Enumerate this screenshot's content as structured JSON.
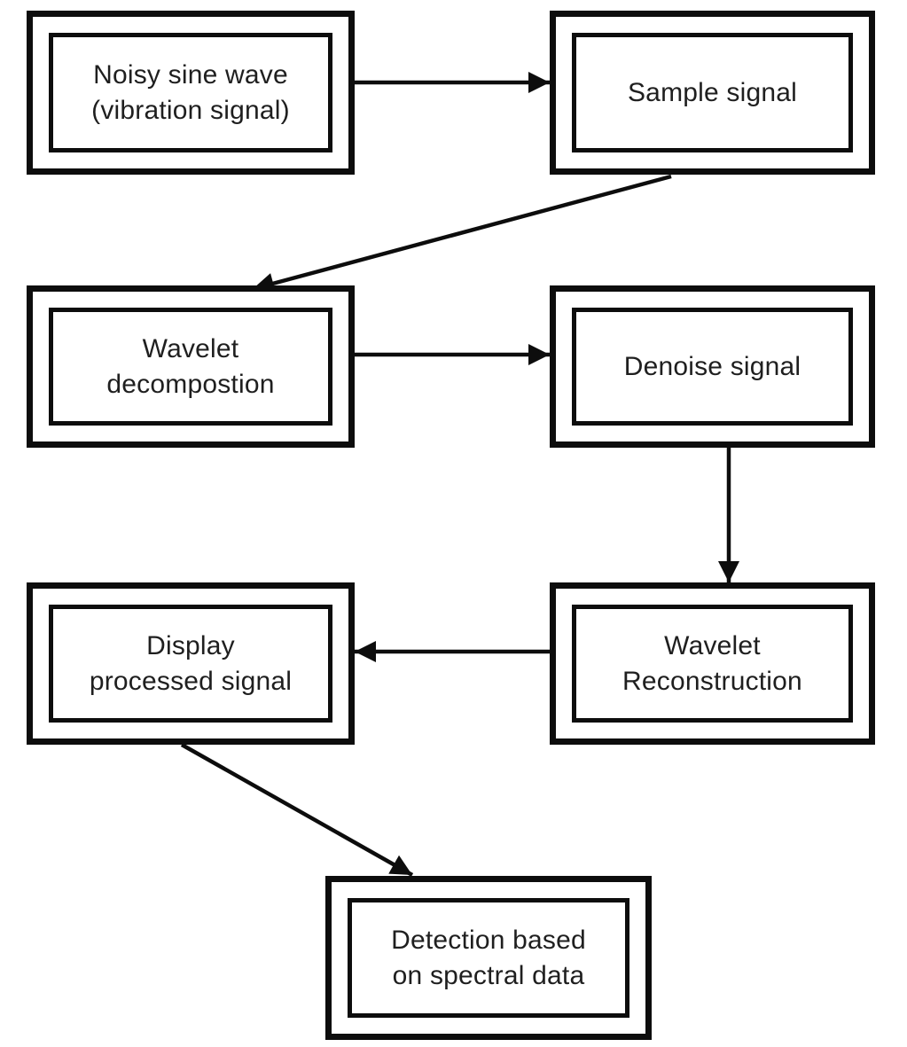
{
  "colors": {
    "line": "#0d0d0d",
    "text": "#1f1f1f",
    "background": "#ffffff"
  },
  "nodes": [
    {
      "id": "noisy-sine-wave",
      "label": "Noisy sine wave\n(vibration signal)"
    },
    {
      "id": "sample-signal",
      "label": "Sample signal"
    },
    {
      "id": "wavelet-decompostion",
      "label": "Wavelet\ndecompostion"
    },
    {
      "id": "denoise-signal",
      "label": "Denoise signal"
    },
    {
      "id": "display-processed-signal",
      "label": "Display\nprocessed signal"
    },
    {
      "id": "wavelet-reconstruction",
      "label": "Wavelet\nReconstruction"
    },
    {
      "id": "detection-spectral-data",
      "label": "Detection based\non spectral data"
    }
  ],
  "edges": [
    {
      "from": "noisy-sine-wave",
      "to": "sample-signal"
    },
    {
      "from": "sample-signal",
      "to": "wavelet-decompostion"
    },
    {
      "from": "wavelet-decompostion",
      "to": "denoise-signal"
    },
    {
      "from": "denoise-signal",
      "to": "wavelet-reconstruction"
    },
    {
      "from": "wavelet-reconstruction",
      "to": "display-processed-signal"
    },
    {
      "from": "display-processed-signal",
      "to": "detection-spectral-data"
    }
  ]
}
